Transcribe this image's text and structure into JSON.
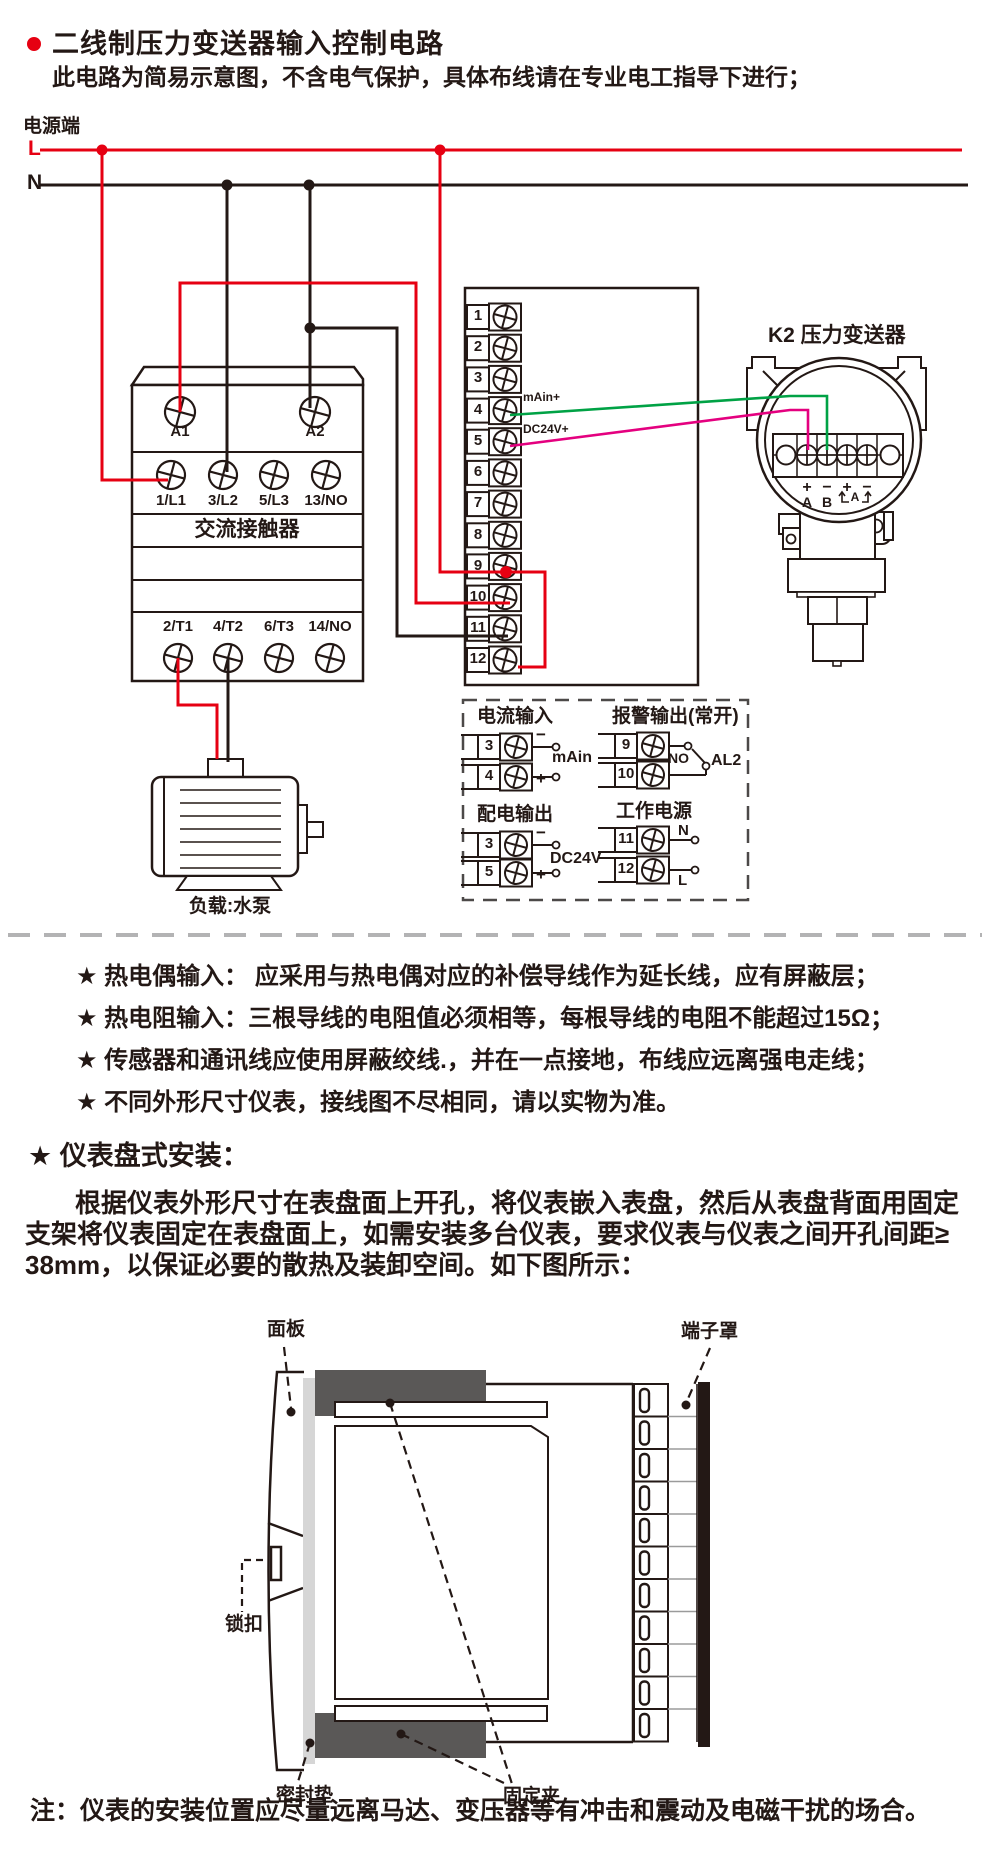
{
  "header": {
    "title": "二线制压力变送器输入控制电路",
    "subtitle": "此电路为简易示意图，不含电气保护，具体布线请在专业电工指导下进行；"
  },
  "power": {
    "label": "电源端",
    "live": "L",
    "neutral": "N"
  },
  "contactor": {
    "name": "交流接触器",
    "coil_a1": "A1",
    "coil_a2": "A2",
    "top_terminals": [
      "1/L1",
      "3/L2",
      "5/L3",
      "13/NO"
    ],
    "bottom_terminals": [
      "2/T1",
      "4/T2",
      "6/T3",
      "14/NO"
    ]
  },
  "terminal_strip": {
    "numbers": [
      "1",
      "2",
      "3",
      "4",
      "5",
      "6",
      "7",
      "8",
      "9",
      "10",
      "11",
      "12"
    ],
    "main_label": "mAin+",
    "dc24v_label": "DC24V+"
  },
  "transmitter": {
    "title": "K2  压力变送器",
    "polarity": [
      "+",
      "−",
      "+",
      "−"
    ],
    "term_a": "A",
    "term_b": "B",
    "loop_label": "A"
  },
  "load": {
    "label": "负载:水泵"
  },
  "groups": {
    "current_input": {
      "title": "电流输入",
      "t1": "3",
      "t2": "4",
      "s1": "−",
      "s2": "+",
      "label": "mAin"
    },
    "alarm_output": {
      "title": "报警输出(常开)",
      "t1": "9",
      "t2": "10",
      "no": "NO",
      "al2": "AL2"
    },
    "power_output": {
      "title": "配电输出",
      "t1": "3",
      "t2": "5",
      "s1": "−",
      "s2": "+",
      "label": "DC24V"
    },
    "work_power": {
      "title": "工作电源",
      "t1": "11",
      "t2": "12",
      "n": "N",
      "l": "L"
    }
  },
  "notes": [
    "★  热电偶输入： 应采用与热电偶对应的补偿导线作为延长线，应有屏蔽层；",
    "★  热电阻输入：三根导线的电阻值必须相等，每根导线的电阻不能超过15Ω；",
    "★  传感器和通讯线应使用屏蔽绞线.，并在一点接地，布线应远离强电走线；",
    "★  不同外形尺寸仪表，接线图不尽相同，请以实物为准。"
  ],
  "install": {
    "heading": "★  仪表盘式安装：",
    "para": [
      "根据仪表外形尺寸在表盘面上开孔，将仪表嵌入表盘，然后从表盘背面用固定",
      "支架将仪表固定在表盘面上，如需安装多台仪表，要求仪表与仪表之间开孔间距≥",
      "38mm，以保证必要的散热及装卸空间。如下图所示："
    ]
  },
  "mounting": {
    "panel": "面板",
    "terminal_cover": "端子罩",
    "latch": "锁扣",
    "gasket": "密封垫",
    "clamp": "固定夹"
  },
  "footer_note": "注：仪表的安装位置应尽量远离马达、变压器等有冲击和震动及电磁干扰的场合。",
  "colors": {
    "red": "#e60012",
    "green": "#00a245",
    "magenta": "#e4007f",
    "line": "#231815"
  }
}
